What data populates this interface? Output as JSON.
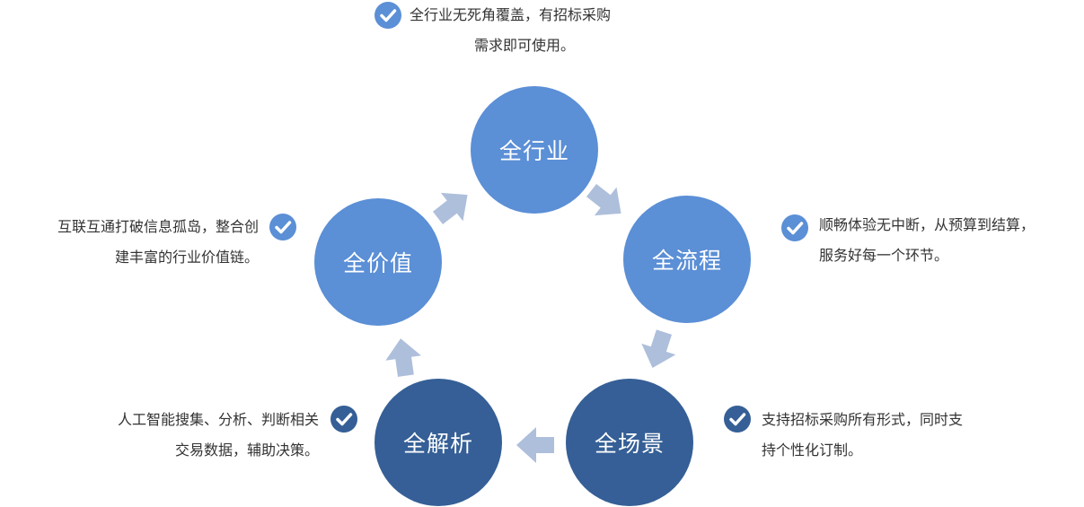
{
  "nodes": {
    "industry": "全行业",
    "process": "全流程",
    "scenario": "全场景",
    "analysis": "全解析",
    "value": "全价值"
  },
  "descriptions": {
    "industry": [
      "全行业无死角覆盖，有招标采购",
      "需求即可使用。"
    ],
    "process": [
      "顺畅体验无中断，从预算到结算，",
      "服务好每一个环节。"
    ],
    "scenario": [
      "支持招标采购所有形式，同时支",
      "持个性化订制。"
    ],
    "analysis": [
      "人工智能搜集、分析、判断相关",
      "交易数据，辅助决策。"
    ],
    "value": [
      "互联互通打破信息孤岛，整合创",
      "建丰富的行业价值链。"
    ]
  },
  "colors": {
    "light_blue": "#5b8fd6",
    "dark_blue": "#355f96",
    "arrow": "#aebfdb",
    "text": "#333333"
  },
  "icons": {
    "check": "check-circle-icon",
    "arrow": "flow-arrow-icon"
  }
}
